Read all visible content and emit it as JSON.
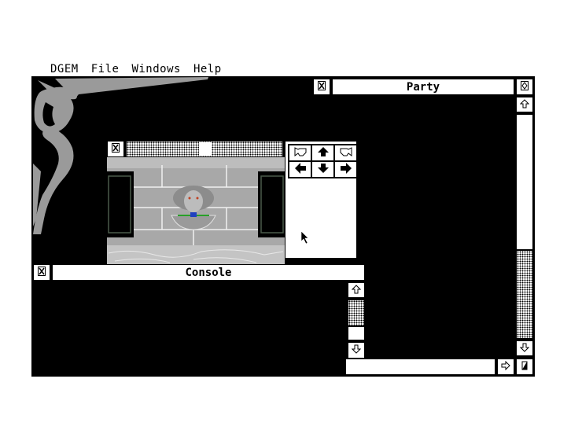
{
  "menubar": {
    "items": [
      {
        "label": "DGEM"
      },
      {
        "label": "File"
      },
      {
        "label": "Windows"
      },
      {
        "label": "Help"
      }
    ]
  },
  "party_window": {
    "title": "Party",
    "close_icon": "close-icon",
    "fuller_icon": "fuller-icon",
    "vscroll": {
      "up_icon": "arrow-up-icon",
      "down_icon": "arrow-down-icon",
      "thumb_position": "bottom"
    },
    "hscroll": {
      "left_icon": "arrow-left-icon",
      "right_icon": "arrow-right-icon"
    },
    "resize_icon": "resize-icon"
  },
  "viewport_window": {
    "title": "",
    "close_icon": "close-icon",
    "scene": "dungeon-wall-with-medusa-fountain"
  },
  "movement_panel": {
    "buttons": [
      {
        "name": "turn-left",
        "icon": "turn-left-icon"
      },
      {
        "name": "move-forward",
        "icon": "arrow-up-icon"
      },
      {
        "name": "turn-right",
        "icon": "turn-right-icon"
      },
      {
        "name": "strafe-left",
        "icon": "arrow-left-icon"
      },
      {
        "name": "move-backward",
        "icon": "arrow-down-icon"
      },
      {
        "name": "strafe-right",
        "icon": "arrow-right-icon"
      }
    ]
  },
  "console_window": {
    "title": "Console",
    "close_icon": "close-icon",
    "vscroll": {
      "up_icon": "arrow-up-icon",
      "down_icon": "arrow-down-icon"
    }
  },
  "colors": {
    "desktop": "#000000",
    "window_chrome": "#ffffff",
    "logo": "#9a9a9a",
    "stone": "#a8a8a8"
  }
}
